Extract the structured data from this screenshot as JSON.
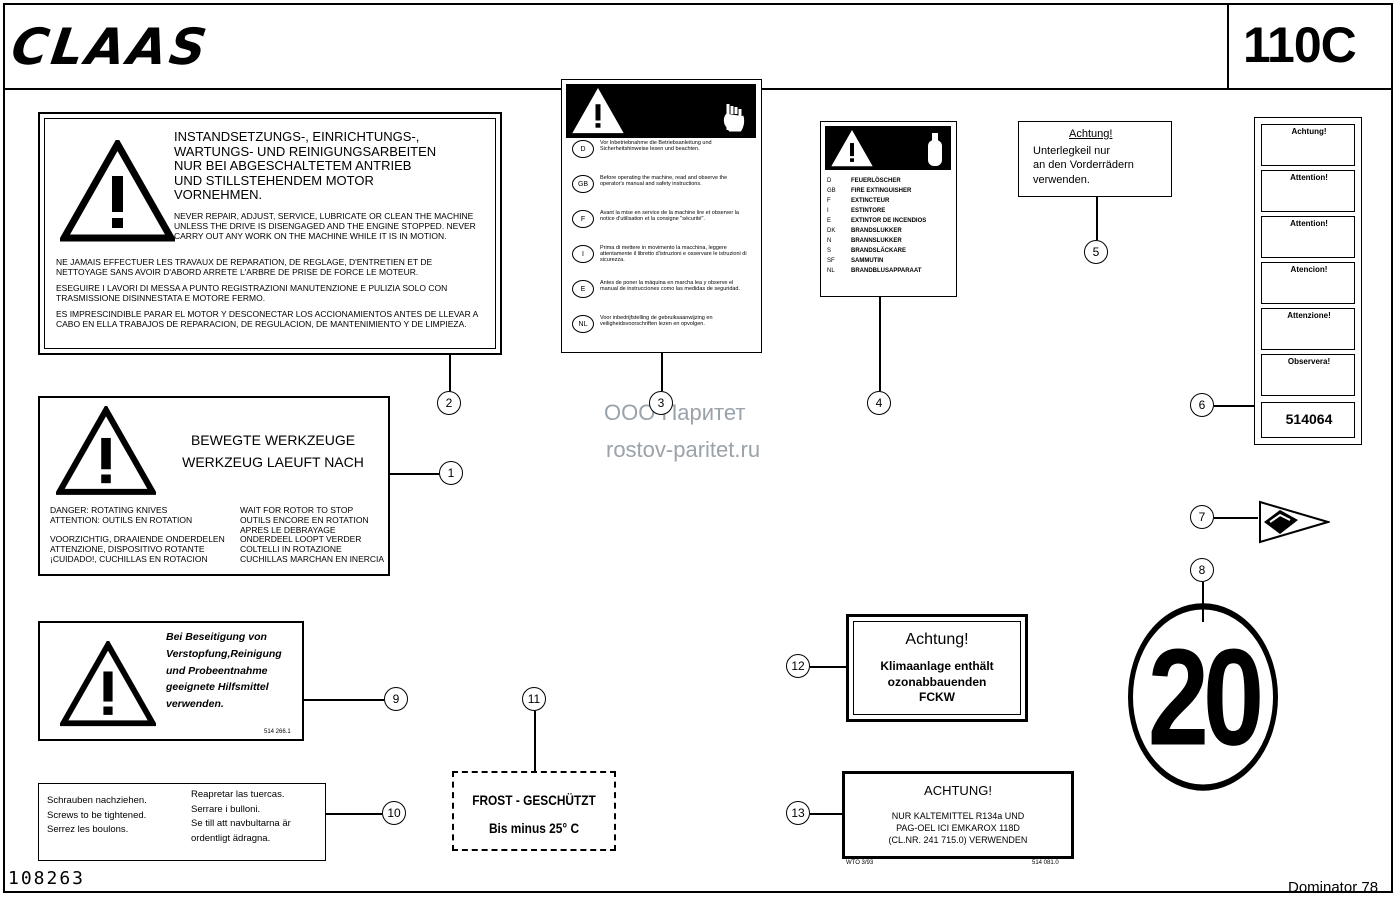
{
  "header": {
    "brand": "CLAAS",
    "model": "110C"
  },
  "document_number": "108263",
  "footer": "Dominator 78",
  "watermark": {
    "line1": "ООО Паритет",
    "line2": "rostov-paritet.ru"
  },
  "callouts": [
    "1",
    "2",
    "3",
    "4",
    "5",
    "6",
    "7",
    "8",
    "9",
    "10",
    "11",
    "12",
    "13"
  ],
  "decal_2": {
    "heading": [
      "INSTANDSETZUNGS-, EINRICHTUNGS-,",
      "WARTUNGS- UND REINIGUNGSARBEITEN",
      "NUR BEI ABGESCHALTETEM ANTRIEB",
      "UND STILLSTEHENDEM MOTOR",
      "VORNEHMEN."
    ],
    "en": "NEVER REPAIR, ADJUST, SERVICE, LUBRICATE OR CLEAN THE MACHINE UNLESS THE DRIVE IS DISENGAGED AND THE ENGINE STOPPED. NEVER CARRY OUT ANY WORK ON THE MACHINE WHILE IT IS IN MOTION.",
    "fr": "NE JAMAIS EFFECTUER LES TRAVAUX DE REPARATION, DE REGLAGE, D'ENTRETIEN ET DE NETTOYAGE SANS AVOIR D'ABORD ARRETE L'ARBRE DE PRISE DE FORCE LE MOTEUR.",
    "it": "ESEGUIRE I LAVORI DI MESSA A PUNTO REGISTRAZIONI MANUTENZIONE E PULIZIA SOLO CON TRASMISSIONE DISINNESTATA E MOTORE FERMO.",
    "es": "ES IMPRESCINDIBLE PARAR EL MOTOR Y DESCONECTAR LOS ACCIONAMIENTOS ANTES DE LLEVAR A CABO EN ELLA TRABAJOS DE REPARACION, DE REGULACION, DE MANTENIMIENTO Y DE LIMPIEZA."
  },
  "decal_1": {
    "heading": [
      "BEWEGTE WERKZEUGE",
      "WERKZEUG LAEUFT NACH"
    ],
    "left": [
      "DANGER: ROTATING KNIVES",
      "ATTENTION: OUTILS EN ROTATION",
      "",
      "VOORZICHTIG, DRAAIENDE ONDERDELEN",
      "ATTENZIONE, DISPOSITIVO ROTANTE",
      "¡CUIDADO!, CUCHILLAS EN ROTACION"
    ],
    "right": [
      "WAIT FOR ROTOR TO STOP",
      "OUTILS ENCORE EN ROTATION",
      "APRES LE DEBRAYAGE",
      "ONDERDEEL LOOPT VERDER",
      "COLTELLI IN ROTAZIONE",
      "CUCHILLAS MARCHAN EN INERCIA"
    ]
  },
  "decal_9": {
    "lines": [
      "Bei Beseitigung von",
      "Verstopfung,Reinigung",
      "und Probeentnahme",
      "geeignete Hilfsmittel",
      "verwenden."
    ],
    "code": "514 266.1"
  },
  "decal_10": {
    "left": [
      "Schrauben nachziehen.",
      "Screws to be tightened.",
      "Serrez les boulons."
    ],
    "right": [
      "Reapretar las tuercas.",
      "Serrare i bulloni.",
      "Se till att navbultarna är",
      "ordentligt ädragna."
    ]
  },
  "decal_3": {
    "codes": [
      "D",
      "GB",
      "F",
      "I",
      "E",
      "NL"
    ],
    "lines": [
      "Vor Inbetriebnahme die Betriebsanleitung und Sicherheitshinweise lesen und beachten.",
      "Before operating the machine, read and observe the operator's manual and safety instructions.",
      "Avant la mise en service de la machine lire et observer la notice d'utilisation et la consigne \"sécurité\".",
      "Prima di mettere in movimento la macchina, leggere attentamente il libretto d'istruzioni e osservare le istruzioni di sicurezza.",
      "Antes de poner la máquina en marcha lea y observe el manual de instrucciones como las medidas de seguridad.",
      "Voor inbedrijfstelling de gebruiksaanwijzing en veiligheidsvoorschriften lezen en opvolgen."
    ]
  },
  "decal_4": {
    "codes": [
      "D",
      "GB",
      "F",
      "I",
      "E",
      "DK",
      "N",
      "S",
      "SF",
      "NL"
    ],
    "lines": [
      "FEUERLÖSCHER",
      "FIRE EXTINGUISHER",
      "EXTINCTEUR",
      "ESTINTORE",
      "EXTINTOR DE INCENDIOS",
      "BRANDSLUKKER",
      "BRANNSLUKKER",
      "BRANDSLÄCKARE",
      "SAMMUTIN",
      "BRANDBLUSAPPARAAT"
    ]
  },
  "decal_5": {
    "title": "Achtung!",
    "lines": [
      "Unterlegkeil nur",
      "an den Vorderrädern",
      "verwenden."
    ]
  },
  "decal_6": {
    "titles": [
      "Achtung!",
      "Attention!",
      "Attention!",
      "Atencion!",
      "Attenzione!",
      "Observera!"
    ],
    "code": "514064"
  },
  "decal_8": {
    "value": "20"
  },
  "decal_11": {
    "line1": "FROST - GESCHÜTZT",
    "line2": "Bis minus 25° C"
  },
  "decal_12": {
    "title": "Achtung!",
    "lines": [
      "Klimaanlage enthält",
      "ozonabbauenden",
      "FCKW"
    ]
  },
  "decal_13": {
    "title": "ACHTUNG!",
    "lines": [
      "NUR KALTEMITTEL R134a UND",
      "PAG-OEL ICI EMKAROX 118D",
      "(CL.NR. 241 715.0) VERWENDEN"
    ],
    "code_left": "WTO 3/93",
    "code_right": "514 081.0"
  }
}
